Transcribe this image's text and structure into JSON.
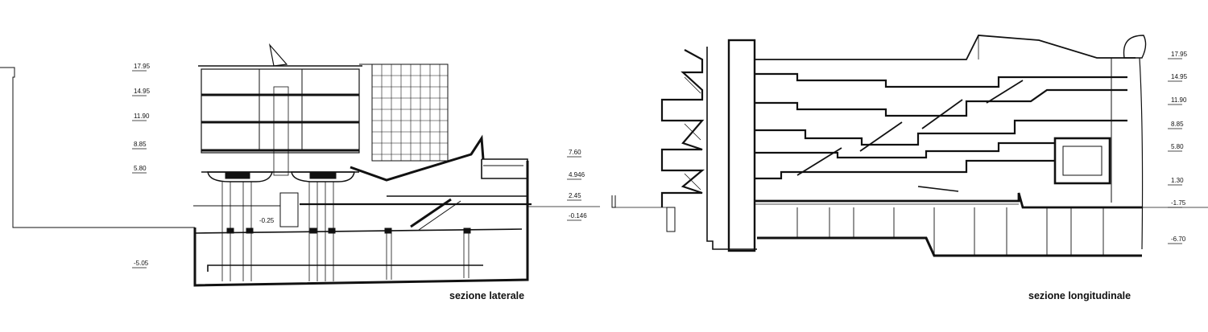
{
  "drawings": {
    "lateral": {
      "caption": "sezione laterale",
      "levels_left": [
        "17.95",
        "14.95",
        "11.90",
        "8.85",
        "5.80",
        "-5.05"
      ],
      "level_inline": "-0.25",
      "levels_right": [
        "7.60",
        "4.946",
        "2.45",
        "-0.146"
      ]
    },
    "longitudinal": {
      "caption": "sezione longitudinale",
      "levels_right": [
        "17.95",
        "14.95",
        "11.90",
        "8.85",
        "5.80",
        "1.30",
        "-1.75",
        "-6.70"
      ]
    }
  },
  "colors": {
    "ink": "#111111",
    "paper": "#ffffff"
  }
}
